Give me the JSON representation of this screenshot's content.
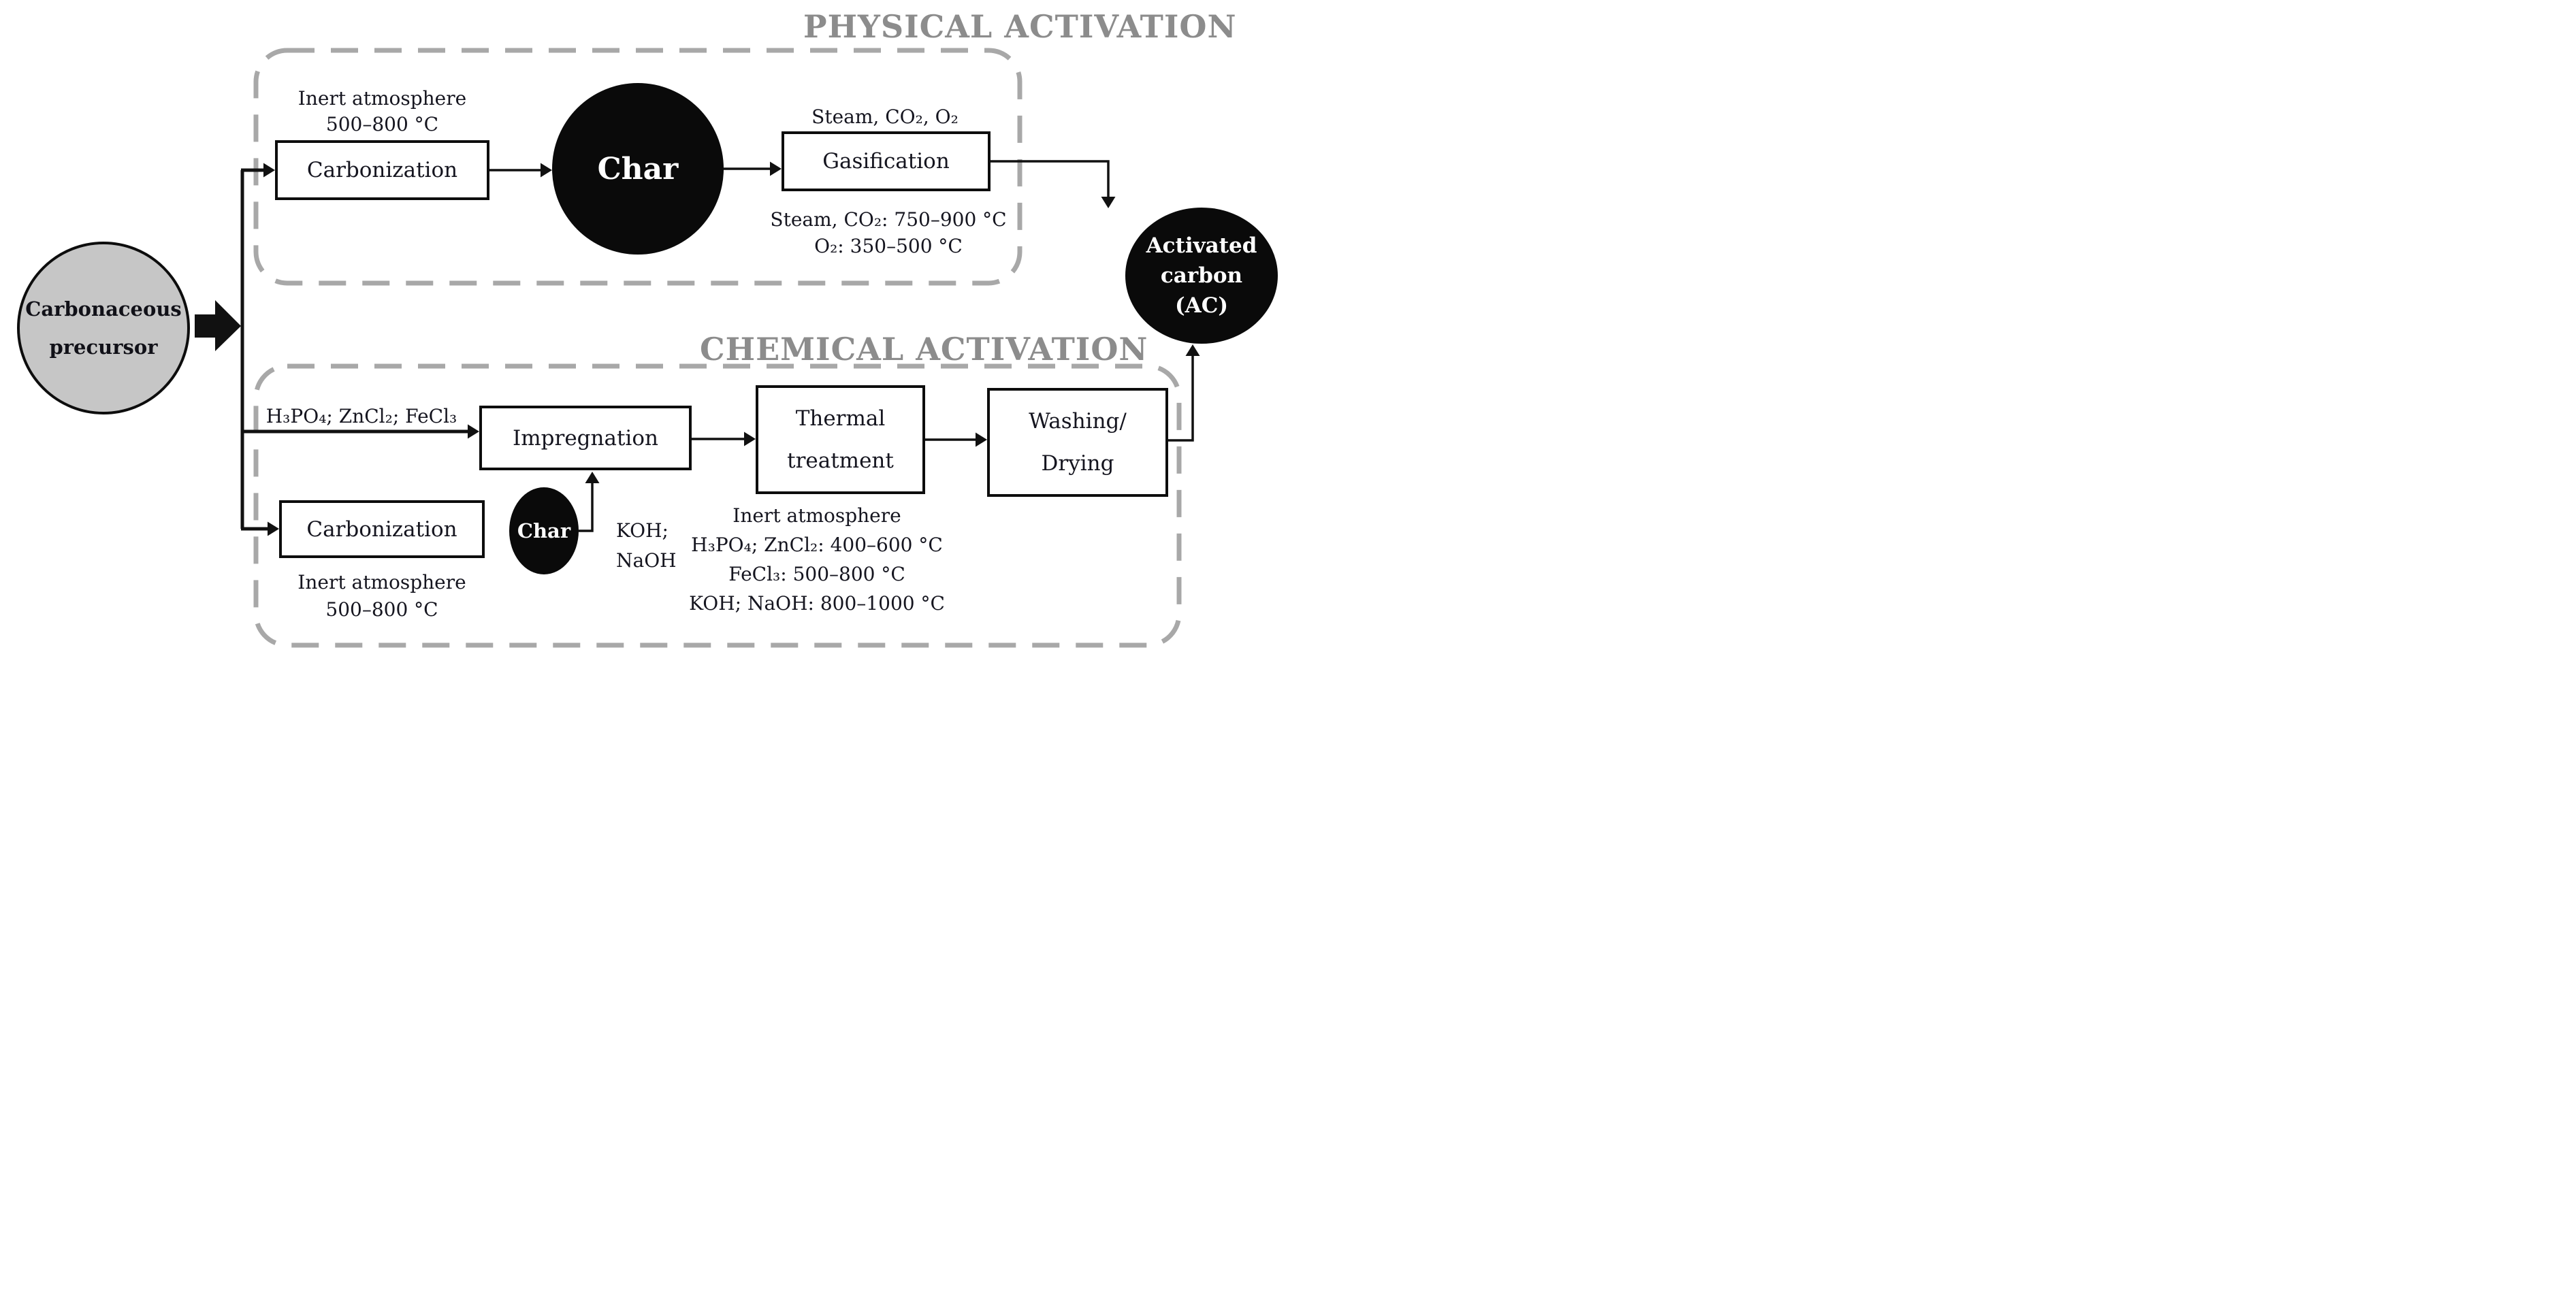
{
  "titles": {
    "physical": "PHYSICAL ACTIVATION",
    "chemical": "CHEMICAL ACTIVATION"
  },
  "nodes": {
    "precursor": {
      "line1": "Carbonaceous",
      "line2": "precursor"
    },
    "carbonization_top": "Carbonization",
    "char_top": "Char",
    "gasification": "Gasification",
    "activated_carbon": {
      "line1": "Activated",
      "line2": "carbon",
      "line3": "(AC)"
    },
    "impregnation": "Impregnation",
    "thermal_treatment": {
      "line1": "Thermal",
      "line2": "treatment"
    },
    "washing_drying": {
      "line1": "Washing/",
      "line2": "Drying"
    },
    "carbonization_bottom": "Carbonization",
    "char_bottom": "Char"
  },
  "annotations": {
    "inert_top": {
      "line1": "Inert atmosphere",
      "line2": "500–800 °C"
    },
    "gasification_agents": "Steam, CO₂, O₂",
    "gasification_temps": {
      "line1": "Steam, CO₂: 750–900 °C",
      "line2": "O₂: 350–500 °C"
    },
    "impregnation_agents": "H₃PO₄; ZnCl₂; FeCl₃",
    "char_agents": {
      "line1": "KOH;",
      "line2": "NaOH"
    },
    "inert_bottom": {
      "line1": "Inert atmosphere",
      "line2": "500–800 °C"
    },
    "thermal_conditions": {
      "line1": "Inert atmosphere",
      "line2": "H₃PO₄; ZnCl₂: 400–600 °C",
      "line3": "FeCl₃: 500–800 °C",
      "line4": "KOH; NaOH: 800–1000 °C"
    }
  },
  "colors": {
    "line_black": "#111111",
    "node_dark_fill": "#0a0a0a",
    "precursor_fill": "#c6c6c6",
    "title_gray": "#8c8c8c",
    "dash_gray": "#a8a8a8",
    "text_ink": "#15151f"
  }
}
